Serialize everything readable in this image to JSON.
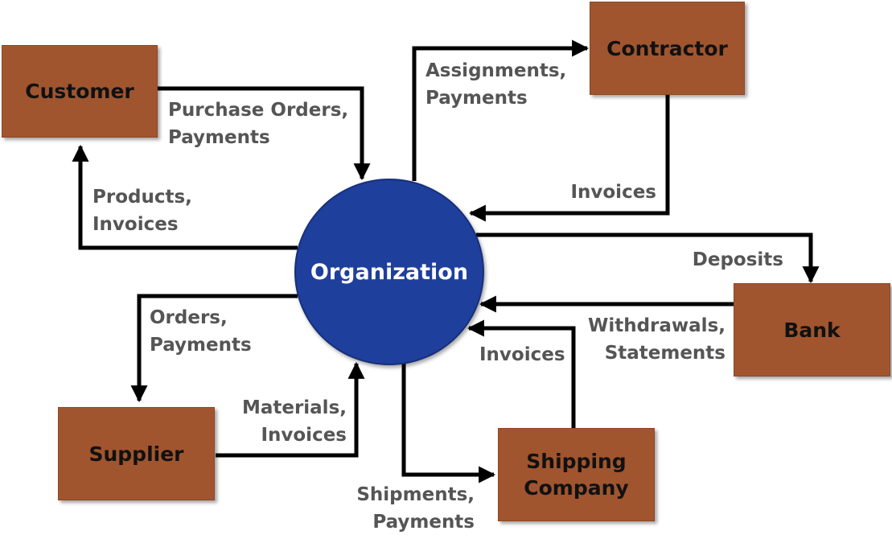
{
  "nodes": {
    "organization": "Organization",
    "customer": "Customer",
    "contractor": "Contractor",
    "bank": "Bank",
    "supplier": "Supplier",
    "shipping": [
      "Shipping",
      "Company"
    ]
  },
  "flows": {
    "customer_to_org": [
      "Purchase Orders,",
      "Payments"
    ],
    "org_to_customer": [
      "Products,",
      "Invoices"
    ],
    "org_to_contractor": [
      "Assignments,",
      "Payments"
    ],
    "contractor_to_org": [
      "Invoices"
    ],
    "org_to_bank": [
      "Deposits"
    ],
    "bank_to_org": [
      "Withdrawals,",
      "Statements"
    ],
    "org_to_supplier": [
      "Orders,",
      "Payments"
    ],
    "supplier_to_org": [
      "Materials,",
      "Invoices"
    ],
    "org_to_shipping": [
      "Shipments,",
      "Payments"
    ],
    "shipping_to_org": [
      "Invoices"
    ]
  },
  "colors": {
    "box_fill": "#a0552f",
    "circle_fill": "#1f3f9d",
    "arrow": "#000000",
    "label_text": "#555555"
  }
}
